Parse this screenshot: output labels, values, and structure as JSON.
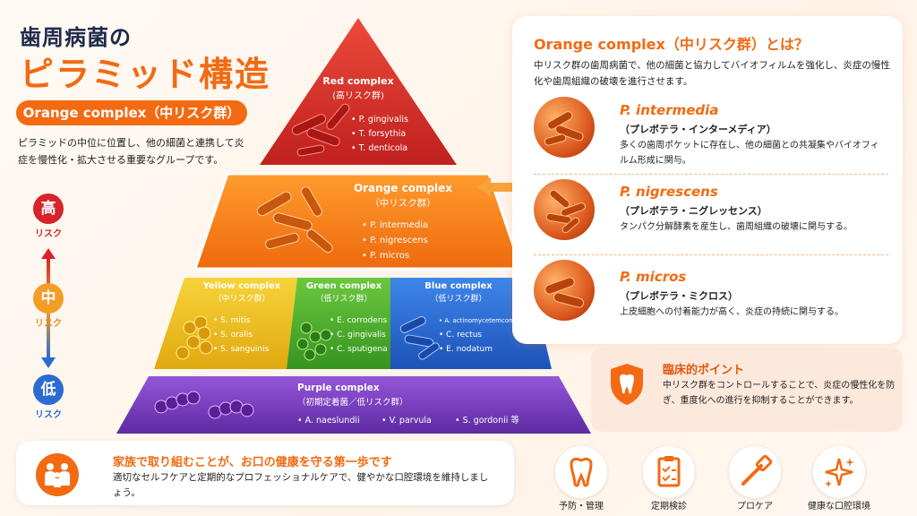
{
  "header": {
    "title_line1": "歯周病菌の",
    "title_line2": "ピラミッド構造",
    "pill": "Orange complex（中リスク群）",
    "lead": "ピラミッドの中位に位置し、他の細菌と連携して炎症を慢性化・拡大させる重要なグループです。"
  },
  "risk_scale": {
    "high": {
      "char": "高",
      "label": "リスク",
      "color": "#d8232a"
    },
    "mid": {
      "char": "中",
      "label": "リスク",
      "color": "#f39c26"
    },
    "low": {
      "char": "低",
      "label": "リスク",
      "color": "#2c6bd2"
    }
  },
  "pyramid": {
    "red": {
      "name": "Red complex",
      "risk": "(高リスク群)",
      "items": [
        "• P. gingivalis",
        "• T. forsythia",
        "• T. denticola"
      ],
      "color": "#e0372f"
    },
    "orange": {
      "name": "Orange complex",
      "risk": "（中リスク群）",
      "items": [
        "• P. intermedia",
        "• P. nigrescens",
        "• P. micros"
      ],
      "color": "#f5891e"
    },
    "yellow": {
      "name": "Yellow complex",
      "risk": "（中リスク群）",
      "items": [
        "• S. mitis",
        "• S. oralis",
        "• S. sanguinis"
      ],
      "color": "#f2c21d"
    },
    "green": {
      "name": "Green complex",
      "risk": "（低リスク群）",
      "items": [
        "• E. corrodens",
        "• C. gingivalis",
        "• C. sputigena"
      ],
      "color": "#4fb334"
    },
    "blue": {
      "name": "Blue complex",
      "risk": "（低リスク群）",
      "items": [
        "• A. actinomycetemcomitans",
        "• C. rectus",
        "• E. nodatum"
      ],
      "color": "#2d6fd8"
    },
    "purple": {
      "name": "Purple complex",
      "risk": "（初期定着菌／低リスク群）",
      "items": [
        "• A. naeslundii",
        "• V. parvula",
        "• S. gordonii 等"
      ],
      "color": "#7a3fc1"
    }
  },
  "panel": {
    "title": "Orange complex（中リスク群）とは？",
    "lead": "中リスク群の歯周病菌で、他の細菌と協力してバイオフィルムを強化し、炎症の慢性化や歯周組織の破壊を進行させます。",
    "species": [
      {
        "name": "P. intermedia",
        "kana": "（プレボテラ・インターメディア）",
        "desc": "多くの歯周ポケットに存在し、他の細菌との共凝集やバイオフィルム形成に関与。"
      },
      {
        "name": "P. nigrescens",
        "kana": "（プレボテラ・ニグレッセンス）",
        "desc": "タンパク分解酵素を産生し、歯周組織の破壊に関与する。"
      },
      {
        "name": "P. micros",
        "kana": "（プレボテラ・ミクロス）",
        "desc": "上皮細胞への付着能力が高く、炎症の持続に関与する。"
      }
    ]
  },
  "clinical": {
    "title": "臨床的ポイント",
    "body": "中リスク群をコントロールすることで、炎症の慢性化を防ぎ、重度化への進行を抑制することができます。"
  },
  "bottom": {
    "title": "家族で取り組むことが、お口の健康を守る第一歩です",
    "body": "適切なセルフケアと定期的なプロフェッショナルケアで、健やかな口腔環境を維持しましょう。"
  },
  "care_icons": [
    {
      "label": "予防・管理",
      "icon": "tooth-icon"
    },
    {
      "label": "定期検診",
      "icon": "checklist-icon"
    },
    {
      "label": "プロケア",
      "icon": "toothbrush-icon"
    },
    {
      "label": "健康な口腔環境",
      "icon": "sparkle-icon"
    }
  ],
  "colors": {
    "accent": "#f26a12",
    "navy": "#1e2a4a"
  }
}
